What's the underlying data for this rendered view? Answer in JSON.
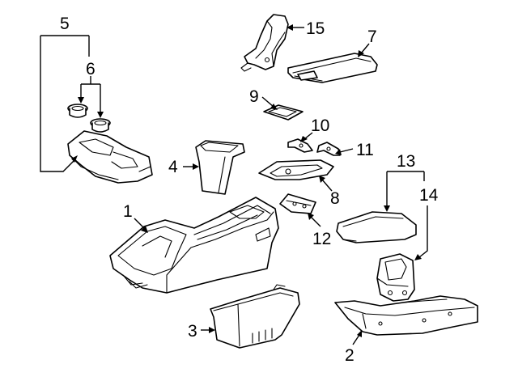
{
  "diagram": {
    "callouts": [
      {
        "id": "c1",
        "text": "1"
      },
      {
        "id": "c2",
        "text": "2"
      },
      {
        "id": "c3",
        "text": "3"
      },
      {
        "id": "c4",
        "text": "4"
      },
      {
        "id": "c5",
        "text": "5"
      },
      {
        "id": "c6",
        "text": "6"
      },
      {
        "id": "c7",
        "text": "7"
      },
      {
        "id": "c8",
        "text": "8"
      },
      {
        "id": "c9",
        "text": "9"
      },
      {
        "id": "c10",
        "text": "10"
      },
      {
        "id": "c11",
        "text": "11"
      },
      {
        "id": "c12",
        "text": "12"
      },
      {
        "id": "c13",
        "text": "13"
      },
      {
        "id": "c14",
        "text": "14"
      },
      {
        "id": "c15",
        "text": "15"
      }
    ],
    "colors": {
      "line": "#000000",
      "background": "#ffffff"
    }
  }
}
